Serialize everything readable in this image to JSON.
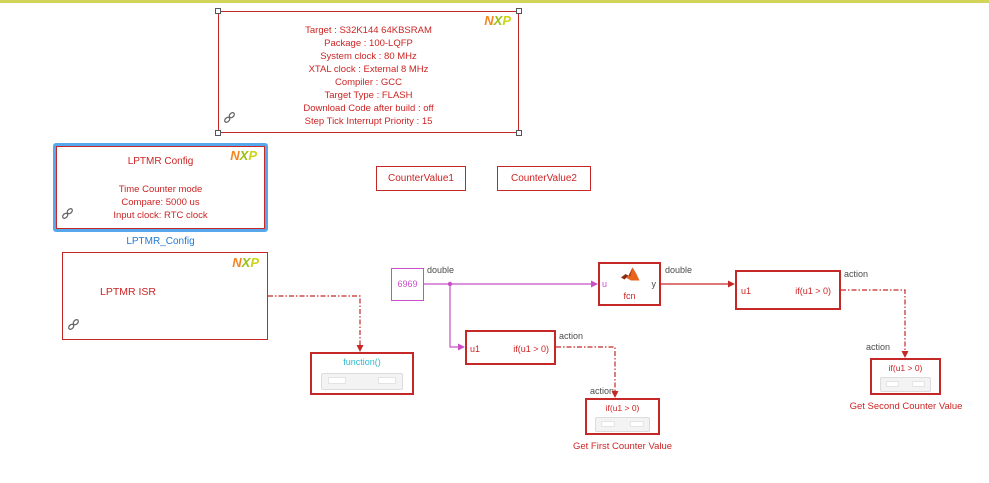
{
  "ui": {
    "top_strip_color": "#d2d45a",
    "colors": {
      "block_red": "#c62828",
      "text_red": "#cc2424",
      "magenta": "#c750c7",
      "selection_blue": "#57a7ec",
      "name_blue": "#1f7ad4",
      "function_cyan": "#2bb9ce",
      "signal_gray": "#4c4c4c"
    }
  },
  "logo": {
    "n": "N",
    "x": "X",
    "p": "P"
  },
  "annotation": {
    "lines": [
      "Target : S32K144 64KBSRAM",
      "Package : 100-LQFP",
      "System clock : 80 MHz",
      "XTAL clock : External 8 MHz",
      "Compiler : GCC",
      "Target Type : FLASH",
      "Download Code after build : off",
      "Step Tick Interrupt Priority : 15"
    ]
  },
  "lptmr_config": {
    "title": "LPTMR Config",
    "lines": [
      "Time Counter mode",
      "Compare: 5000 us",
      "Input clock: RTC clock"
    ],
    "name": "LPTMR_Config"
  },
  "counters": {
    "value1": "CounterValue1",
    "value2": "CounterValue2"
  },
  "lptmr_isr": {
    "title": "LPTMR ISR"
  },
  "function_block": {
    "title": "function()"
  },
  "constant": {
    "value": "6969"
  },
  "fcn": {
    "port_in": "u",
    "label": "fcn",
    "port_out": "y"
  },
  "if1": {
    "port": "u1",
    "cond": "if(u1 > 0)"
  },
  "if2": {
    "port": "u1",
    "cond": "if(u1 > 0)"
  },
  "action1": {
    "cond": "if(u1 > 0)",
    "name": "Get First Counter Value"
  },
  "action2": {
    "cond": "if(u1 > 0)",
    "name": "Get Second Counter Value"
  },
  "signals": {
    "double1": "double",
    "double2": "double",
    "action_src1": "action",
    "action_dst1": "action",
    "action_src2": "action",
    "action_dst2": "action"
  }
}
